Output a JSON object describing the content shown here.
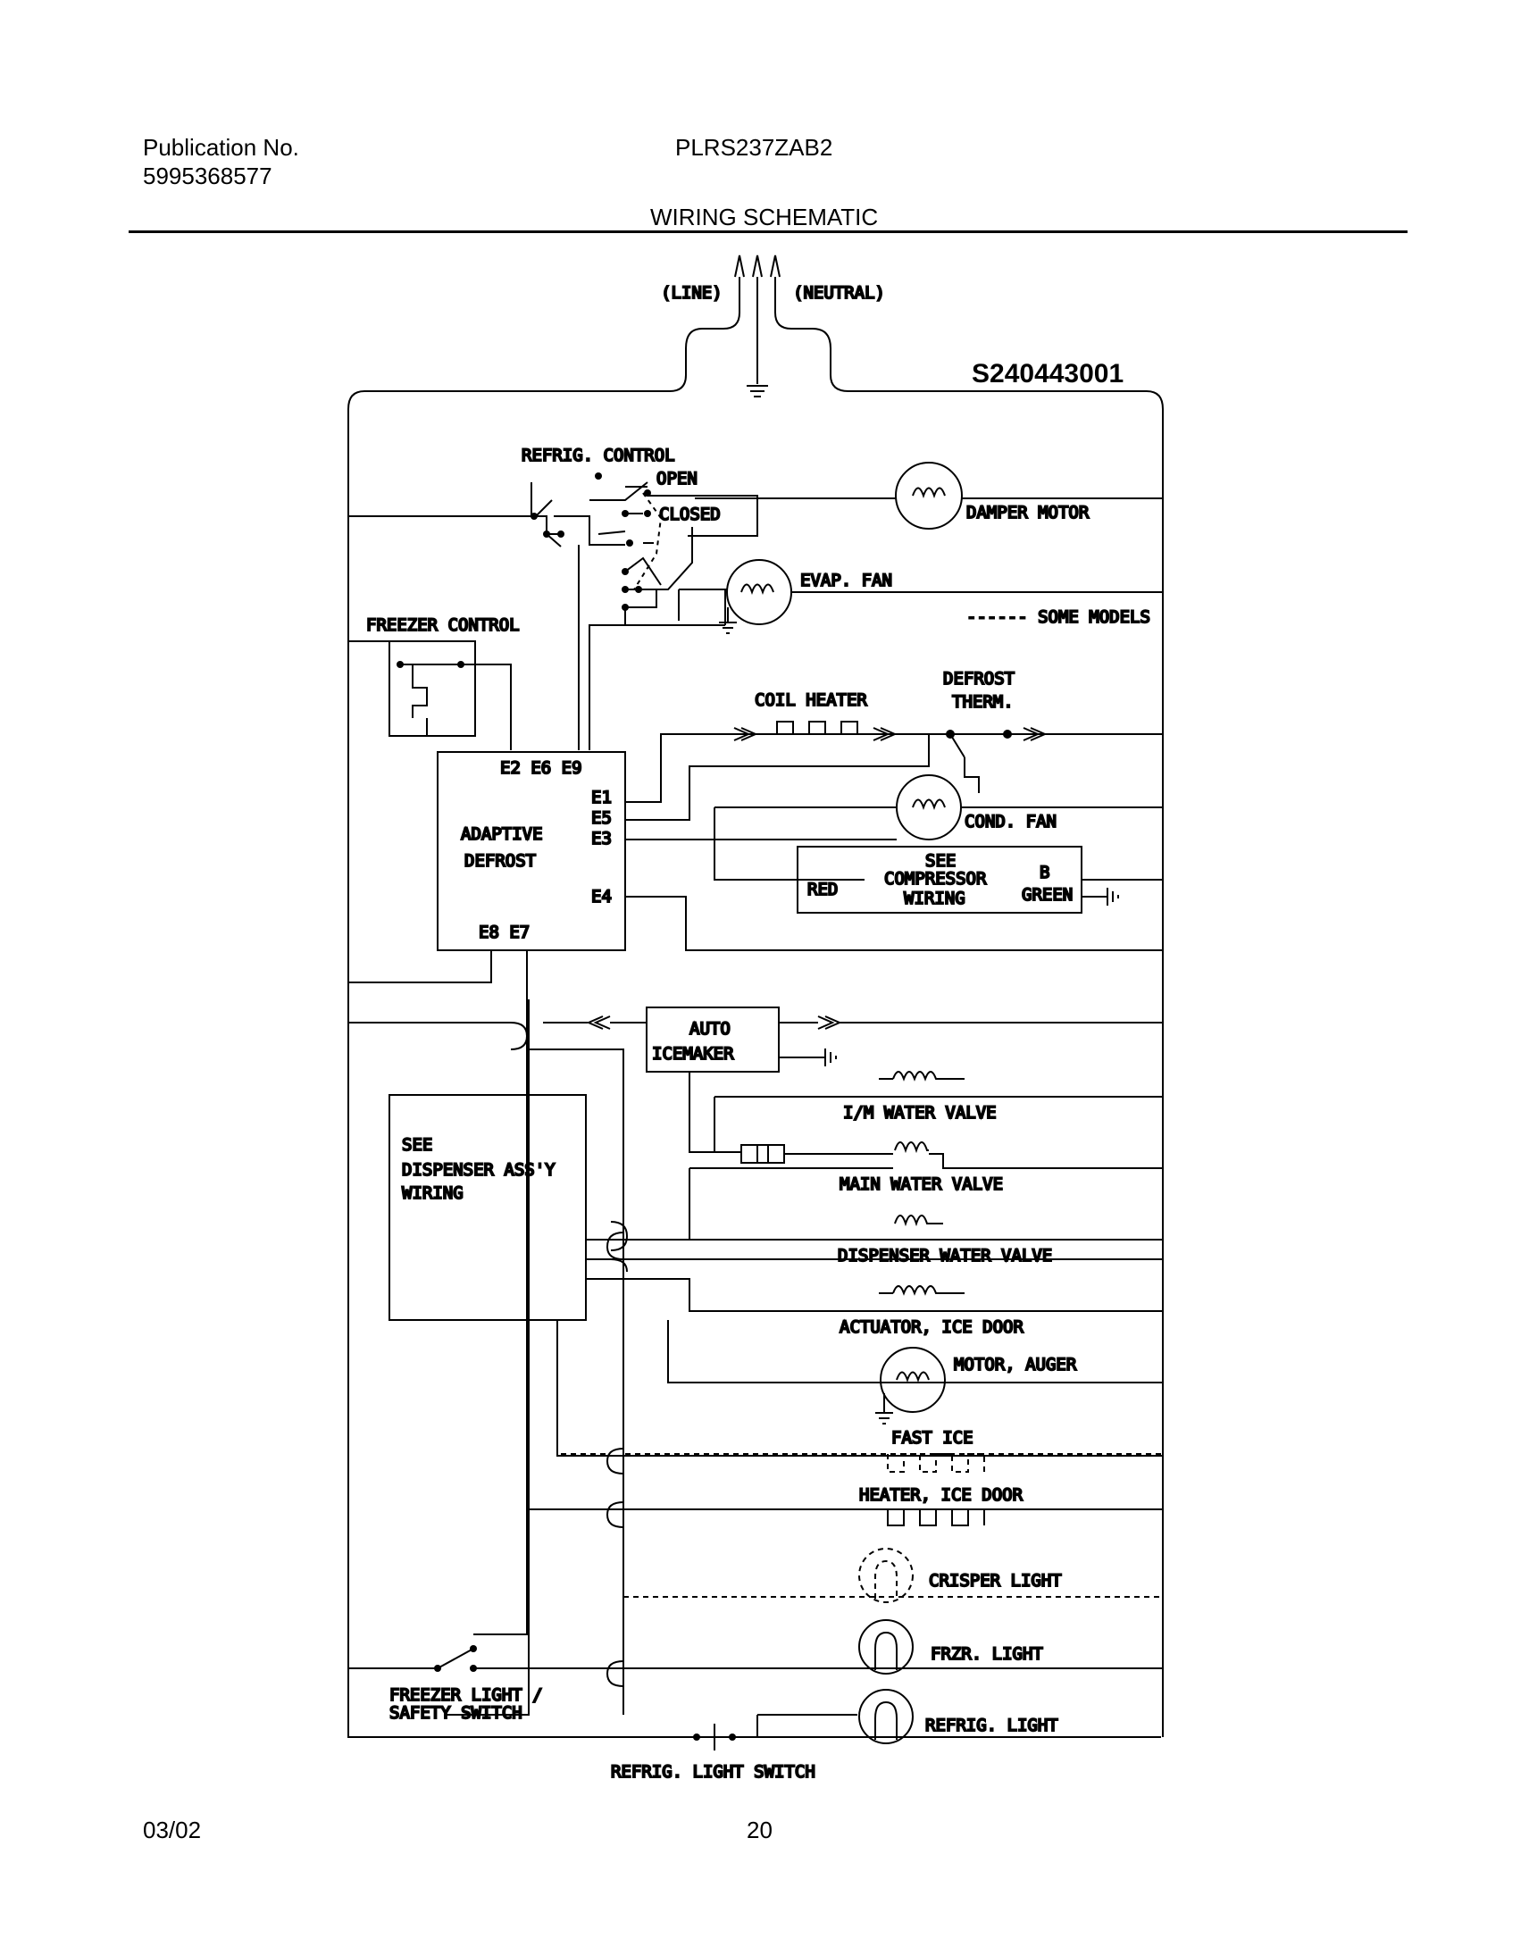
{
  "header": {
    "publication_label": "Publication No.",
    "publication_number": "5995368577",
    "model": "PLRS237ZAB2",
    "section_title": "WIRING SCHEMATIC"
  },
  "diagram": {
    "part_number": "S240443001",
    "line": "(LINE)",
    "neutral": "(NEUTRAL)",
    "refrig_control": "REFRIG. CONTROL",
    "open": "OPEN",
    "closed": "CLOSED",
    "damper_motor": "DAMPER MOTOR",
    "evap_fan": "EVAP. FAN",
    "some_models": "------ SOME MODELS",
    "freezer_control": "FREEZER CONTROL",
    "coil_heater": "COIL HEATER",
    "defrost_therm_1": "DEFROST",
    "defrost_therm_2": "THERM.",
    "e2_e6_e9": "E2  E6  E9",
    "e1": "E1",
    "e5": "E5",
    "e3": "E3",
    "e4": "E4",
    "e8_e7": "E8  E7",
    "adaptive": "ADAPTIVE",
    "defrost": "DEFROST",
    "cond_fan": "COND. FAN",
    "see": "SEE",
    "compressor": "COMPRESSOR",
    "wiring": "WIRING",
    "red": "RED",
    "b": "B",
    "green": "GREEN",
    "auto": "AUTO",
    "icemaker": "ICEMAKER",
    "im_water_valve": "I/M WATER VALVE",
    "main_water_valve": "MAIN WATER VALVE",
    "dispenser_water_valve": "DISPENSER WATER VALVE",
    "actuator_ice_door": "ACTUATOR, ICE DOOR",
    "motor_auger": "MOTOR, AUGER",
    "fast_ice": "FAST ICE",
    "heater_ice_door": "HEATER, ICE DOOR",
    "crisper_light": "CRISPER LIGHT",
    "frzr_light": "FRZR. LIGHT",
    "refrig_light": "REFRIG. LIGHT",
    "see_dispenser_1": "SEE",
    "see_dispenser_2": "DISPENSER ASS'Y",
    "see_dispenser_3": "WIRING",
    "freezer_light_1": "FREEZER LIGHT /",
    "freezer_light_2": "SAFETY SWITCH",
    "refrig_light_switch": "REFRIG. LIGHT SWITCH"
  },
  "footer": {
    "date": "03/02",
    "page": "20"
  }
}
